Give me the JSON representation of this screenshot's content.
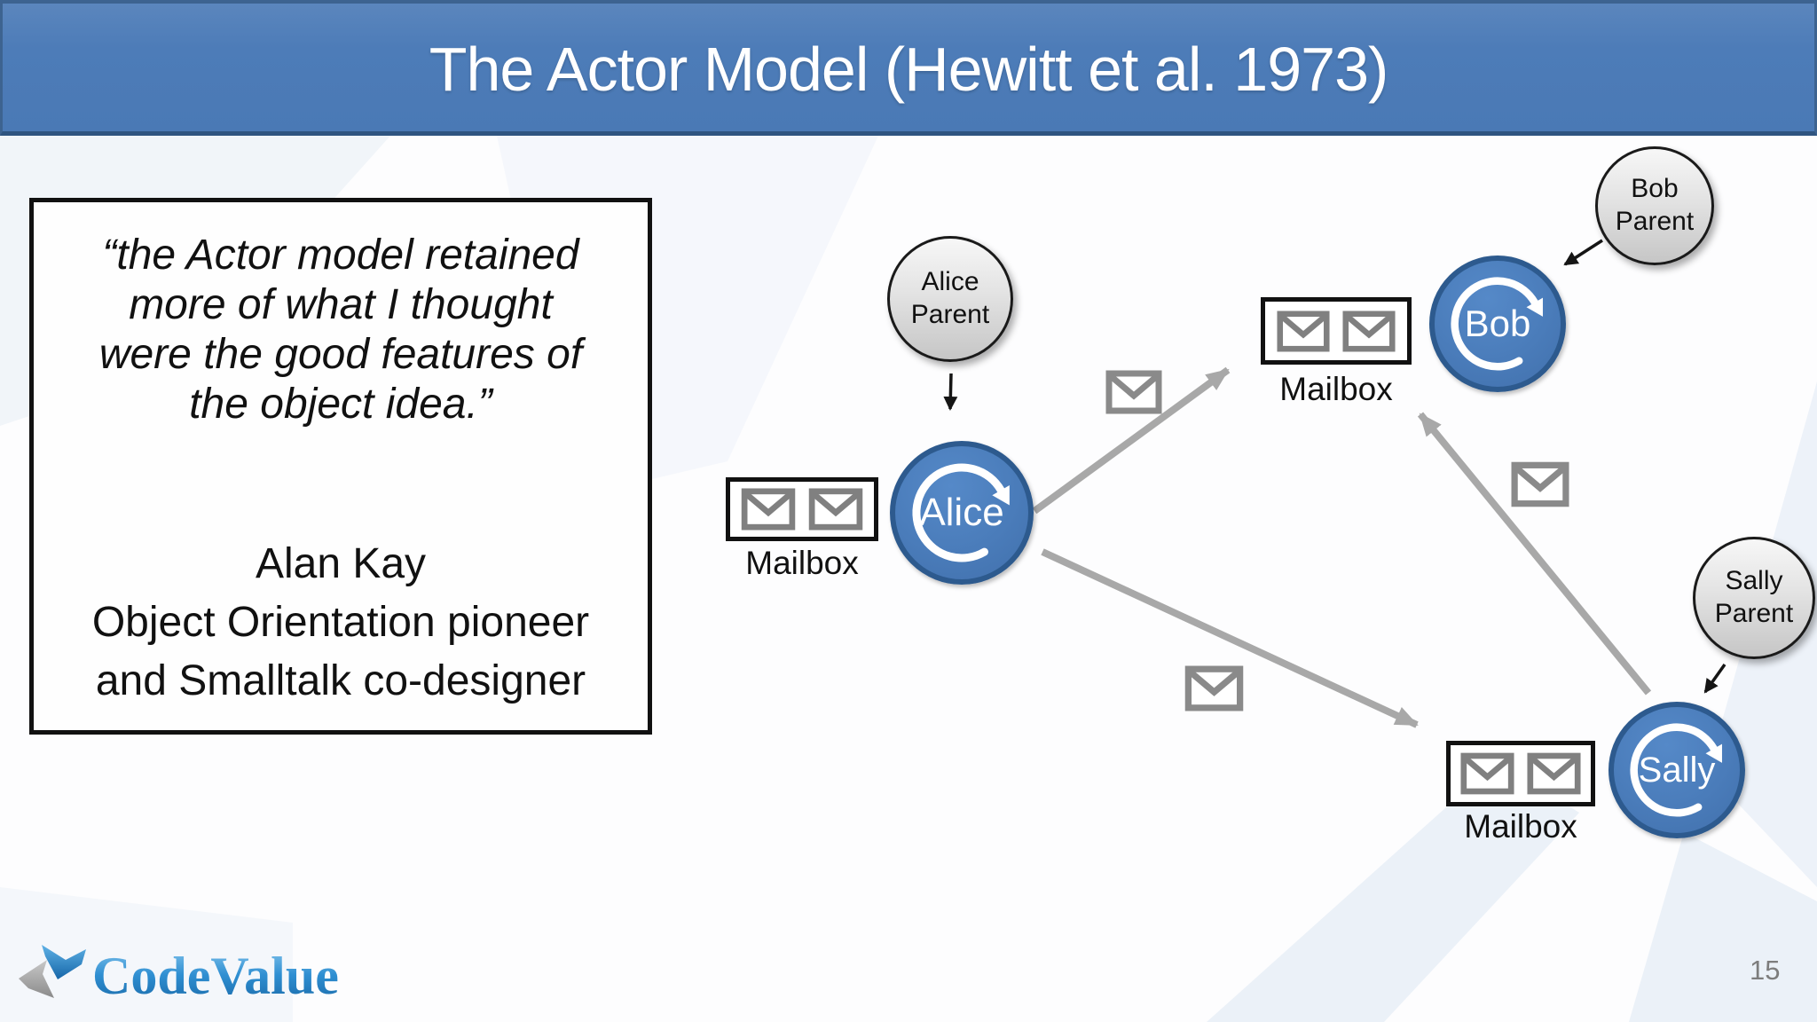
{
  "slide": {
    "title": "The Actor Model (Hewitt et al. 1973)",
    "page_number": "15",
    "footer_logo": "CodeValue"
  },
  "quote_box": {
    "lines": [
      "“the Actor model retained",
      "more of what I thought",
      "were the good features of",
      "the object idea.”"
    ],
    "author": "Alan Kay",
    "author_role_lines": [
      "Object Orientation pioneer",
      "and Smalltalk co-designer"
    ]
  },
  "diagram": {
    "actors": [
      {
        "name": "Alice",
        "parent_line1": "Alice",
        "parent_line2": "Parent"
      },
      {
        "name": "Bob",
        "parent_line1": "Bob",
        "parent_line2": "Parent"
      },
      {
        "name": "Sally",
        "parent_line1": "Sally",
        "parent_line2": "Parent"
      }
    ],
    "mailboxes": [
      {
        "label": "Mailbox"
      },
      {
        "label": "Mailbox"
      },
      {
        "label": "Mailbox"
      }
    ]
  },
  "colors": {
    "header_blue": "#4d7cb8",
    "header_border_dark": "#2f5480",
    "actor_fill": "#4a7cba",
    "actor_border": "#2d5a8e",
    "parent_fill_light": "#f7f7f7",
    "parent_fill_dark": "#c6c6c6",
    "arrow_gray": "#a8a8a8",
    "envelope_gray": "#808080",
    "box_border_black": "#111111",
    "page_number_gray": "#7d7d7d",
    "logo_blue": "#2f8fd2",
    "watermark_blue": "#edf2f8"
  }
}
